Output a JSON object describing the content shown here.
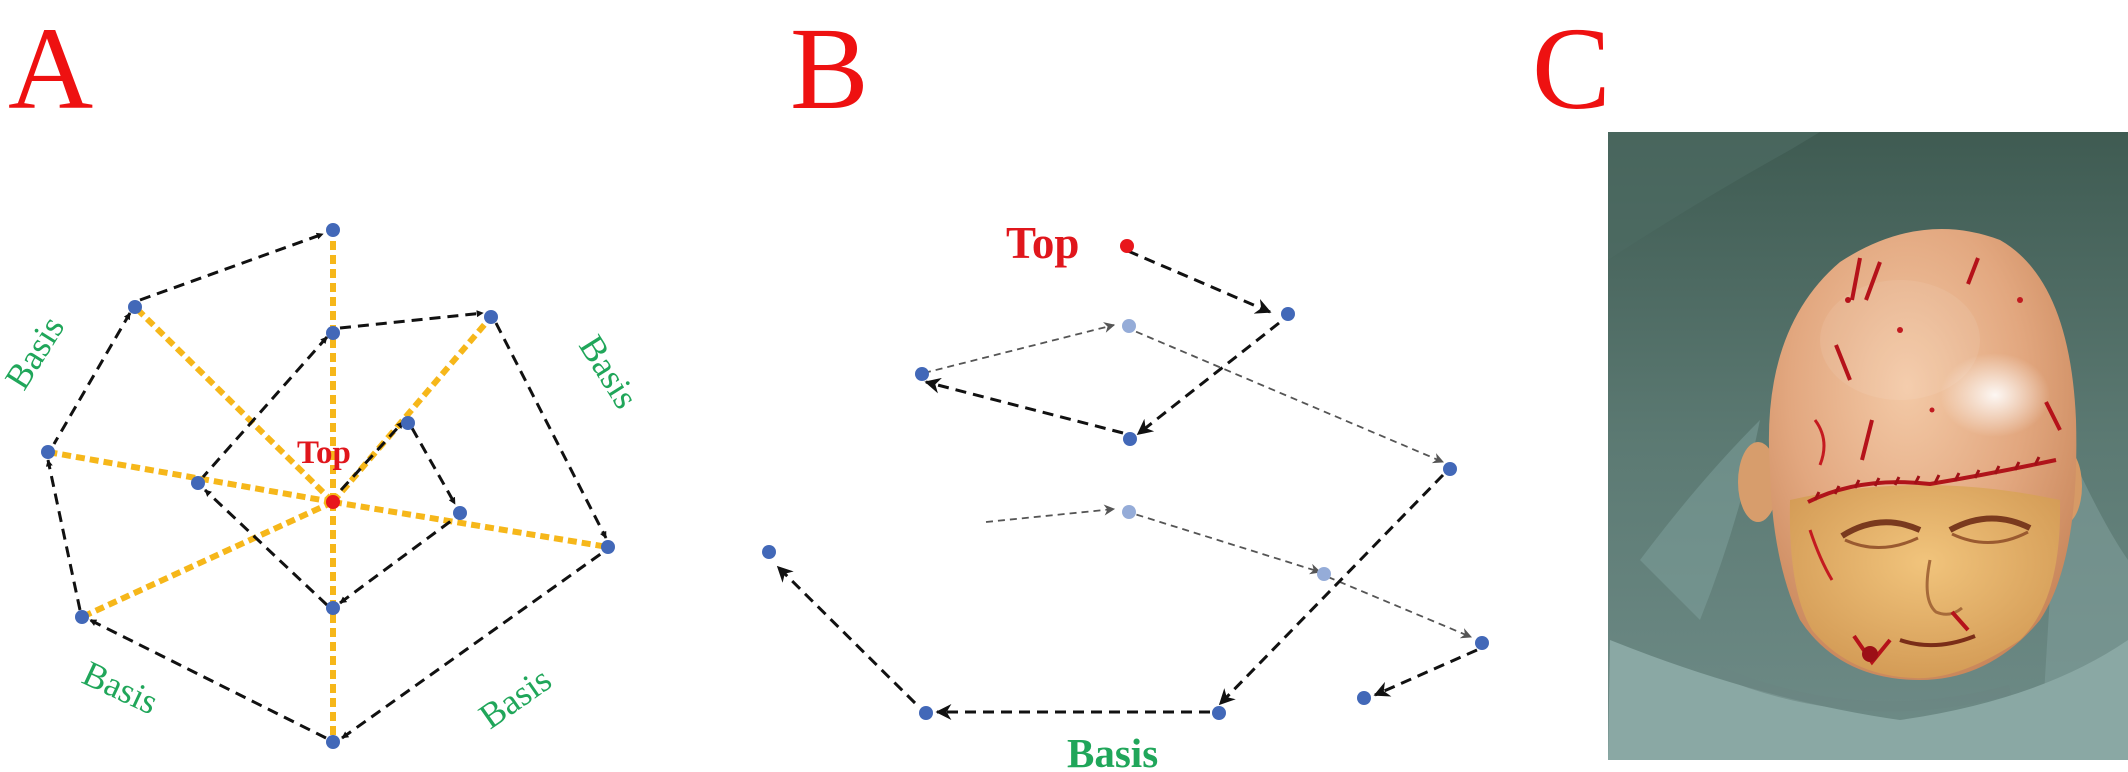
{
  "panel_labels": {
    "a": "A",
    "b": "B",
    "c": "C"
  },
  "panel_a": {
    "top_label": "Top",
    "basis_labels": [
      "Basis",
      "Basis",
      "Basis",
      "Basis"
    ]
  },
  "panel_b": {
    "top_label": "Top",
    "basis_label": "Basis"
  },
  "colors": {
    "panel_letter": "#ee1111",
    "top": "#e0161c",
    "basis": "#20a65a",
    "node": "#4268b8",
    "node_faded": "#95acd8",
    "spoke": "#f6b71a",
    "path": "#111111"
  }
}
